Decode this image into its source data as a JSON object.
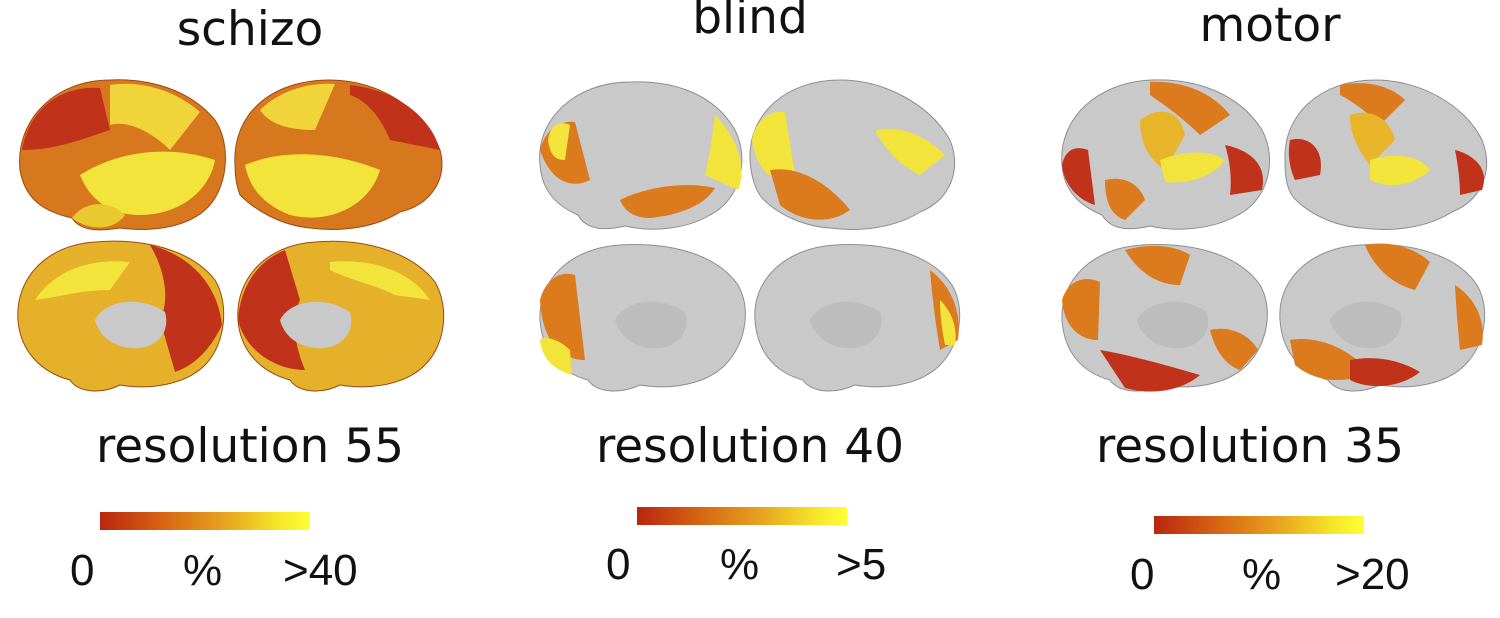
{
  "panels": [
    {
      "title": "schizo",
      "resolution": "resolution 55",
      "colorbar": {
        "min": "0",
        "unit": "%",
        "max": ">40"
      },
      "coverage": "high"
    },
    {
      "title": "blind",
      "resolution": "resolution 40",
      "colorbar": {
        "min": "0",
        "unit": "%",
        "max": ">5"
      },
      "coverage": "sparse"
    },
    {
      "title": "motor",
      "resolution": "resolution 35",
      "colorbar": {
        "min": "0",
        "unit": "%",
        "max": ">20"
      },
      "coverage": "mixed"
    }
  ],
  "colors": {
    "cortex": "#c9c9c9",
    "red": "#c0331a",
    "orange": "#dc7a1e",
    "yellow": "#f2e43a",
    "gradient_low": "#b8260f",
    "gradient_high": "#ffff33"
  }
}
